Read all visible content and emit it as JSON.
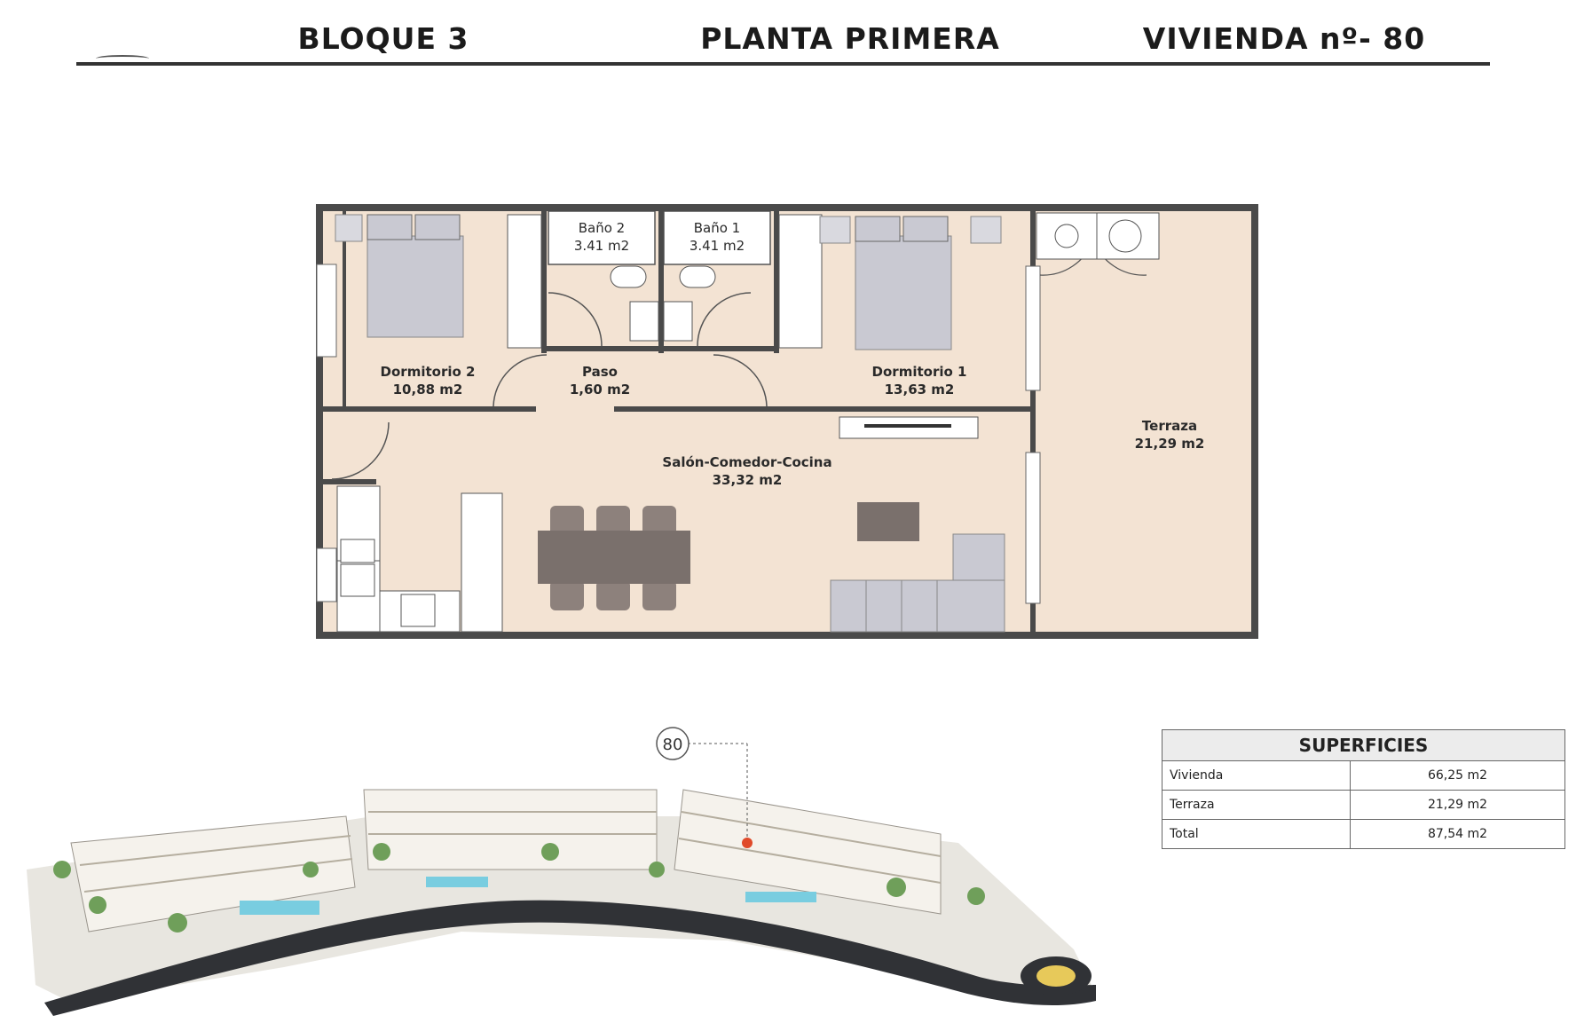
{
  "header": {
    "bloque": "BLOQUE 3",
    "planta": "PLANTA PRIMERA",
    "vivienda": "VIVIENDA nº- 80"
  },
  "rooms": {
    "bano2": {
      "name": "Baño 2",
      "area": "3.41 m2"
    },
    "bano1": {
      "name": "Baño 1",
      "area": "3.41 m2"
    },
    "dorm2": {
      "name": "Dormitorio 2",
      "area": "10,88 m2"
    },
    "paso": {
      "name": "Paso",
      "area": "1,60 m2"
    },
    "dorm1": {
      "name": "Dormitorio 1",
      "area": "13,63 m2"
    },
    "terraza": {
      "name": "Terraza",
      "area": "21,29 m2"
    },
    "salon": {
      "name": "Salón-Comedor-Cocina",
      "area": "33,32 m2"
    }
  },
  "site": {
    "unit_marker": "80"
  },
  "superficies": {
    "title": "SUPERFICIES",
    "rows": [
      {
        "label": "Vivienda",
        "value": "66,25 m2"
      },
      {
        "label": "Terraza",
        "value": "21,29 m2"
      },
      {
        "label": "Total",
        "value": "87,54 m2"
      }
    ]
  },
  "colors": {
    "floor": "#f3e3d3",
    "wall": "#4a4a4a",
    "furniture": "#c9c9d2",
    "table": "#7a706c"
  }
}
